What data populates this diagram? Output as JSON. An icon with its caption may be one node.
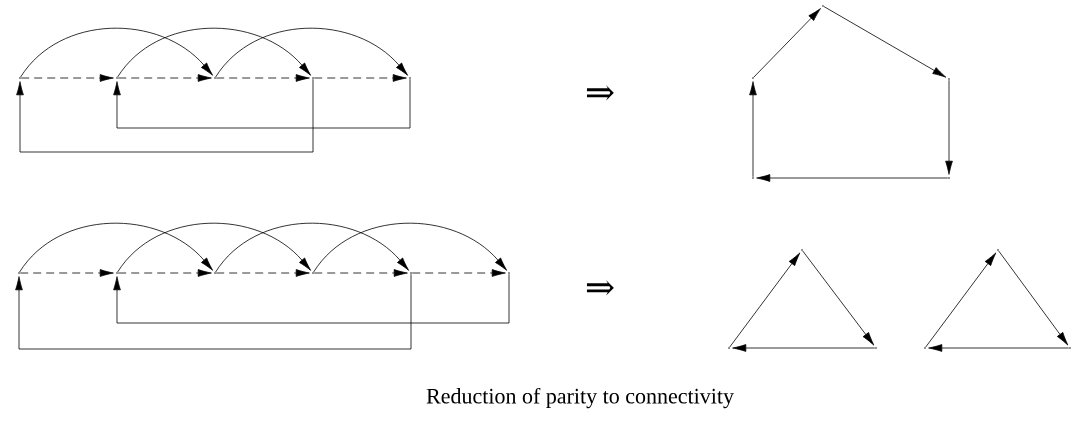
{
  "diagram": {
    "caption": "Reduction of parity to connectivity",
    "nodes": [
      {
        "text": [],
        "shape": "point"
      },
      {
        "text": [],
        "shape": "point"
      },
      {
        "text": [],
        "shape": "point"
      },
      {
        "text": [],
        "shape": "point"
      },
      {
        "text": [],
        "shape": "point"
      },
      {
        "text": [],
        "shape": "point"
      },
      {
        "text": [],
        "shape": "point"
      },
      {
        "text": [],
        "shape": "point"
      },
      {
        "text": [],
        "shape": "point"
      },
      {
        "text": [],
        "shape": "point"
      },
      {
        "text": [],
        "shape": "point"
      },
      {
        "text": [],
        "shape": "point"
      },
      {
        "text": [],
        "shape": "point"
      },
      {
        "text": [],
        "shape": "point"
      },
      {
        "text": [],
        "shape": "point"
      },
      {
        "text": [],
        "shape": "point"
      },
      {
        "text": [],
        "shape": "point"
      },
      {
        "text": [],
        "shape": "point"
      },
      {
        "text": [],
        "shape": "point"
      },
      {
        "text": [],
        "shape": "point"
      },
      {
        "text": [],
        "shape": "point"
      },
      {
        "text": [],
        "shape": "point"
      }
    ],
    "edges": [
      {
        "from": 0,
        "to": 1,
        "arrow": "to",
        "style": "dashed"
      },
      {
        "from": 1,
        "to": 2,
        "arrow": "to",
        "style": "dashed"
      },
      {
        "from": 2,
        "to": 3,
        "arrow": "to",
        "style": "dashed"
      },
      {
        "from": 3,
        "to": 4,
        "arrow": "to",
        "style": "dashed"
      },
      {
        "from": 0,
        "to": 2,
        "arrow": "to"
      },
      {
        "from": 1,
        "to": 3,
        "arrow": "to"
      },
      {
        "from": 2,
        "to": 4,
        "arrow": "to"
      },
      {
        "from": 3,
        "to": 0,
        "arrow": "to"
      },
      {
        "from": 4,
        "to": 1,
        "arrow": "to"
      },
      {
        "from": 5,
        "to": 6,
        "arrow": "to"
      },
      {
        "from": 6,
        "to": 7,
        "arrow": "to"
      },
      {
        "from": 7,
        "to": 8,
        "arrow": "to"
      },
      {
        "from": 8,
        "to": 9,
        "arrow": "to"
      },
      {
        "from": 9,
        "to": 5,
        "arrow": "to"
      },
      {
        "from": 10,
        "to": 11,
        "arrow": "to",
        "style": "dashed"
      },
      {
        "from": 11,
        "to": 12,
        "arrow": "to",
        "style": "dashed"
      },
      {
        "from": 12,
        "to": 13,
        "arrow": "to",
        "style": "dashed"
      },
      {
        "from": 13,
        "to": 14,
        "arrow": "to",
        "style": "dashed"
      },
      {
        "from": 14,
        "to": 15,
        "arrow": "to",
        "style": "dashed"
      },
      {
        "from": 10,
        "to": 12,
        "arrow": "to"
      },
      {
        "from": 11,
        "to": 13,
        "arrow": "to"
      },
      {
        "from": 12,
        "to": 14,
        "arrow": "to"
      },
      {
        "from": 13,
        "to": 15,
        "arrow": "to"
      },
      {
        "from": 14,
        "to": 10,
        "arrow": "to"
      },
      {
        "from": 15,
        "to": 11,
        "arrow": "to"
      },
      {
        "from": 16,
        "to": 17,
        "arrow": "to"
      },
      {
        "from": 17,
        "to": 18,
        "arrow": "to"
      },
      {
        "from": 18,
        "to": 16,
        "arrow": "to"
      },
      {
        "from": 19,
        "to": 20,
        "arrow": "to"
      },
      {
        "from": 20,
        "to": 21,
        "arrow": "to"
      },
      {
        "from": 21,
        "to": 19,
        "arrow": "to"
      }
    ],
    "labels": [
      "⇒",
      "⇒"
    ]
  }
}
